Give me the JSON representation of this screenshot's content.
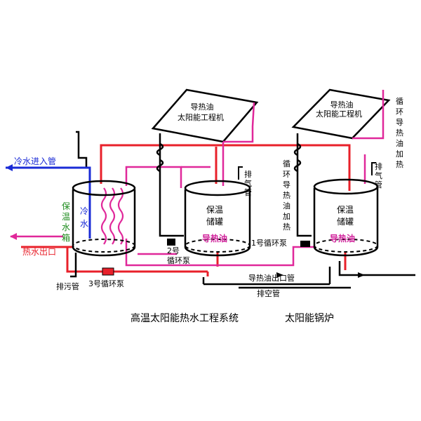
{
  "colors": {
    "hot_pipe": "#e8202a",
    "oil_pipe": "#e0289a",
    "cold_pipe": "#1a2bd6",
    "line": "#000000",
    "green_label": "#1a8a1a",
    "blue_label": "#1a2bd6",
    "magenta_label": "#d0209a",
    "red_label": "#e8202a"
  },
  "labels": {
    "collector_left": [
      "导热油",
      "太阳能工程机"
    ],
    "collector_right": [
      "导热油",
      "太阳能工程机"
    ],
    "cold_water_in": "冷水进入管",
    "hot_water_out": "热水出口",
    "insulated_tank": [
      "保",
      "温",
      "水",
      "箱"
    ],
    "cold": [
      "冷",
      "水"
    ],
    "drain_pipe": "排污管",
    "pump3": "3号循环泵",
    "pump2": [
      "2号",
      "循环泵"
    ],
    "pump1": "1号循环泵",
    "storage_left": [
      "保温",
      "储罐"
    ],
    "storage_right": [
      "保温",
      "储罐"
    ],
    "oil_left": "导热油",
    "oil_right": "导热油",
    "vent_left": [
      "排",
      "气",
      "管"
    ],
    "vent_right": [
      "排",
      "气",
      "管"
    ],
    "circulate_oil_heat_mid": [
      "循",
      "环",
      "导",
      "热",
      "油",
      "加",
      "热"
    ],
    "circulate_oil_heat_right": [
      "循",
      "环",
      "导",
      "热",
      "油",
      "加",
      "热"
    ],
    "oil_outlet_pipe": "导热油出口管",
    "drain_empty_pipe": "排空管",
    "caption_left": "高温太阳能热水工程系统",
    "caption_right": "太阳能锅炉"
  }
}
